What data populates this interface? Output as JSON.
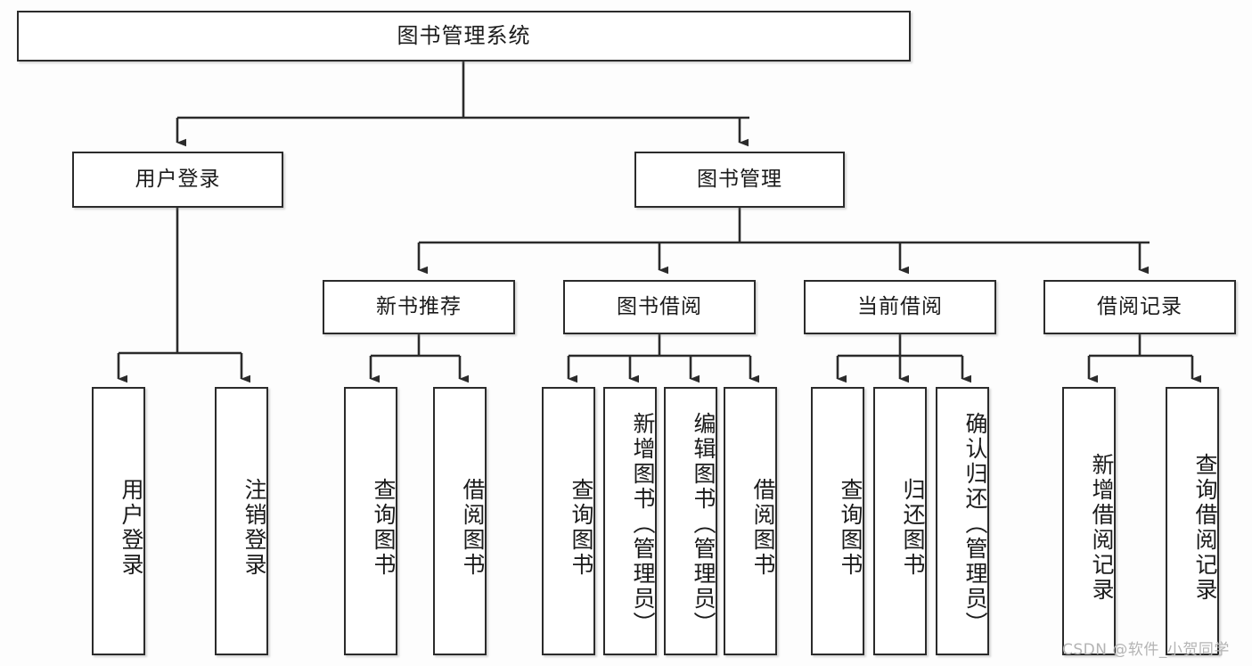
{
  "diagram": {
    "title": "图书管理系统",
    "type": "tree-structure-chart",
    "watermark": "CSDN @软件_小贺同学",
    "colors": {
      "node_border": "#2b2b2b",
      "node_fill": "#ffffff",
      "edge": "#2b2b2b",
      "text": "#1b1b1b",
      "watermark": "#b4b4b4",
      "background": "#fdfdfd"
    }
  },
  "nodes": {
    "root": {
      "label": "图书管理系统"
    },
    "level2": [
      {
        "id": "user-login",
        "label": "用户登录"
      },
      {
        "id": "book-manage",
        "label": "图书管理"
      }
    ],
    "level3": [
      {
        "id": "new-book-recommend",
        "label": "新书推荐"
      },
      {
        "id": "book-borrow",
        "label": "图书借阅"
      },
      {
        "id": "current-borrow",
        "label": "当前借阅"
      },
      {
        "id": "borrow-record",
        "label": "借阅记录"
      }
    ],
    "leaves": {
      "user_login": [
        {
          "id": "leaf-user-login",
          "label": "用户登录"
        },
        {
          "id": "leaf-logout-login",
          "label": "注销登录"
        }
      ],
      "new_book_recommend": [
        {
          "id": "leaf-query-book-1",
          "label": "查询图书"
        },
        {
          "id": "leaf-borrow-book-1",
          "label": "借阅图书"
        }
      ],
      "book_borrow": [
        {
          "id": "leaf-query-book-2",
          "label": "查询图书"
        },
        {
          "id": "leaf-add-book",
          "label": "新增图书（管理员）"
        },
        {
          "id": "leaf-edit-book",
          "label": "编辑图书（管理员）"
        },
        {
          "id": "leaf-borrow-book-2",
          "label": "借阅图书"
        }
      ],
      "current_borrow": [
        {
          "id": "leaf-query-book-3",
          "label": "查询图书"
        },
        {
          "id": "leaf-return-book",
          "label": "归还图书"
        },
        {
          "id": "leaf-confirm-return",
          "label": "确认归还（管理员）"
        }
      ],
      "borrow_record": [
        {
          "id": "leaf-add-record",
          "label": "新增借阅记录"
        },
        {
          "id": "leaf-query-record",
          "label": "查询借阅记录"
        }
      ]
    }
  }
}
